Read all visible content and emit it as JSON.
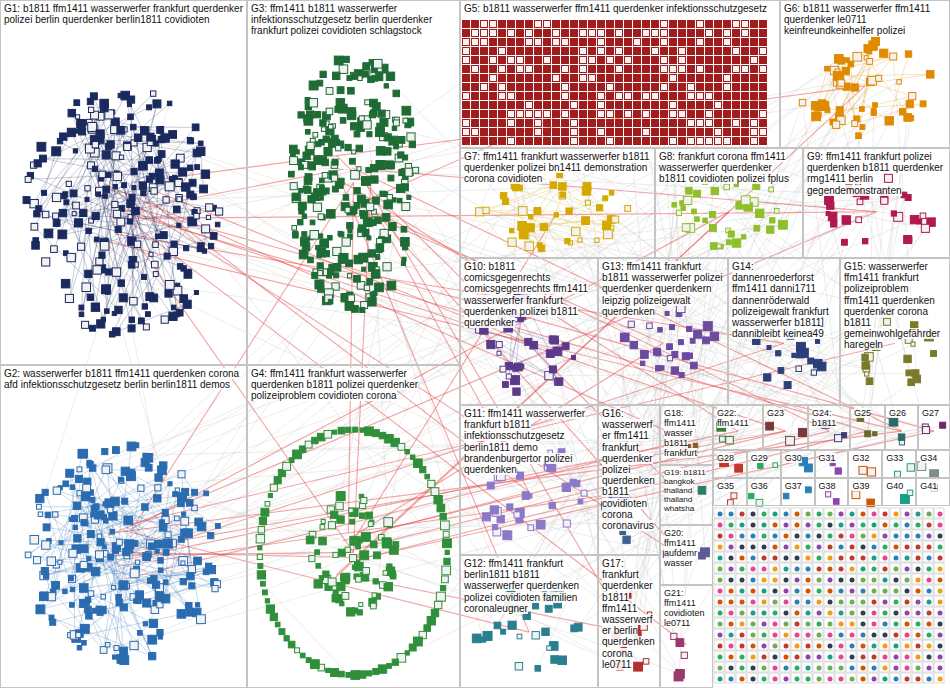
{
  "diagram": {
    "nodes": [
      {
        "text": [
          "G1: b1811 ffm1411 wasserwerfer frankfurt querdenker polizei berlin querdenker berlin1811 covidioten"
        ]
      },
      {
        "text": [
          "G2: wasserwerfer b1811 ffm1411 querdenken corona afd infektionsschutzgesetz berlin berlin1811 demos"
        ]
      },
      {
        "text": [
          "G3: ffm1411 b1811 wasserwerfer infektionsschutzgesetz berlin querdenker frankfurt polizei covidioten schlagstock"
        ]
      },
      {
        "text": [
          "G4: ffm1411 frankfurt wasserwerfer querdenken b1811 polizei querdenker polizeiproblem covidioten corona"
        ]
      },
      {
        "text": [
          "G5: b1811 wasserwerfer ffm1411 querdenker infektionsschutzgesetz"
        ]
      },
      {
        "text": [
          "G6: b1811 wasserwerfer ffm1411 querdenker le0711 keinfreundkeinhelfer polizei"
        ]
      },
      {
        "text": [
          "G7: ffm1411 frankfurt wasserwerfer b1811 querdenker polizei bn1411 demonstration corona covidioten"
        ]
      },
      {
        "text": [
          "G8: frankfurt corona ffm1411 wasserwerfer querdenker b1811 covidioten polizei fplus"
        ]
      },
      {
        "text": [
          "G9: ffm1411 frankfurt polizei querdenken b1811 querdenker rmg1411 berlin gegendemonstranten"
        ]
      },
      {
        "text": [
          "G10: b1811 comicsgegenrechts comicsgegenrechts ffm1411 wasserwerfer frankfurt querdenken polizei b1811 querdenker"
        ]
      },
      {
        "text": [
          "G11: ffm1411 wasserwerfer frankfurt b1811 infektionsschutzgesetz berlin1811 demo brandenburgertor polizei querdenken"
        ]
      },
      {
        "text": [
          "G12: ffm1411 frankfurt berlin1811 b1811 wasserwerfer querdenken polizei covidioten familien coronaleugner"
        ]
      },
      {
        "text": [
          "G13: ffm1411 frankfurt b1811 wasserwerfer polizei querdenker querdenkern leipzig polizeigewalt querdenken"
        ]
      },
      {
        "text": [
          "G14: dannenroederforst ffm1411 danni1711 dannenröderwald polizeigewalt frankfurt wasserwerfer b1811 dannibleibt keinea49"
        ]
      },
      {
        "text": [
          "G15: wasserwerfer ffm1411 frankfurt polizeiproblem ffm1411 querdenken querdenker corona b1811 gemeinwohlgefährder haregeln"
        ]
      },
      {
        "text": [
          "G16: wasserwerfer ffm1411 frankfurt querdenker polizei querdenken b1811 covidioten corona coronavirus"
        ]
      },
      {
        "text": [
          "G17: frankfurt querdenker b1811 ffm1411 wasserwerfer berlin querdenken corona le0711"
        ]
      },
      {
        "text": [
          "G18: ffm1411 wasser b1811 frankfurt"
        ]
      },
      {
        "text": [
          "G19: b1811 bangkok thailand thailand whatsha"
        ]
      },
      {
        "text": [
          "G20: ffm1411 aufdemr wasser"
        ]
      },
      {
        "text": [
          "G21: ffm1411 covidioten le0711"
        ]
      },
      {
        "text": [
          "G22: ffm1411"
        ]
      },
      {
        "text": [
          "G23"
        ]
      },
      {
        "text": [
          "G24: b1811"
        ]
      },
      {
        "text": [
          "G25"
        ]
      },
      {
        "text": [
          "G26"
        ]
      },
      {
        "text": [
          "G27"
        ]
      },
      {
        "text": [
          "G28"
        ]
      },
      {
        "text": [
          "G29"
        ]
      },
      {
        "text": [
          "G30"
        ]
      },
      {
        "text": [
          "G31"
        ]
      },
      {
        "text": [
          "G32"
        ]
      },
      {
        "text": [
          "G33"
        ]
      },
      {
        "text": [
          "G34"
        ]
      },
      {
        "text": [
          "G35"
        ]
      },
      {
        "text": [
          "G36"
        ]
      },
      {
        "text": [
          "G37"
        ]
      },
      {
        "text": [
          "G38"
        ]
      },
      {
        "text": [
          "G39"
        ]
      },
      {
        "text": [
          "G40"
        ]
      },
      {
        "text": [
          "G41"
        ]
      }
    ]
  }
}
